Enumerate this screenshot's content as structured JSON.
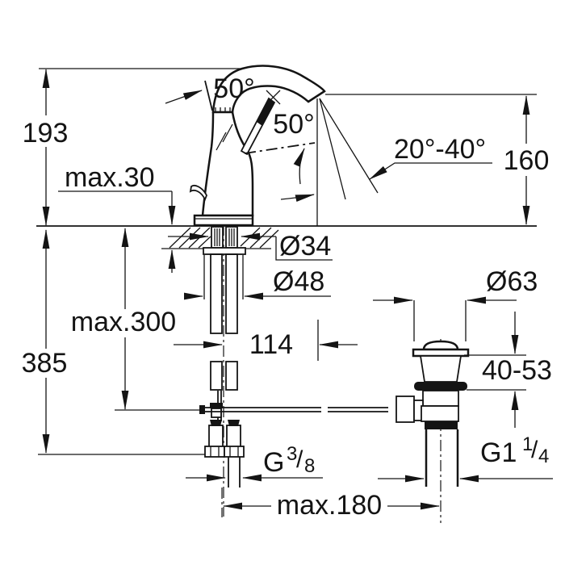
{
  "drawing": {
    "type": "faucet-installation-dimension-drawing",
    "background": "#ffffff",
    "ink_color": "#141414",
    "dims": {
      "d193": "193",
      "max30": "max.30",
      "a50_top": "50°",
      "a50_side": "50°",
      "a2040": "20°-40°",
      "d160": "160",
      "dia34": "Ø34",
      "dia48": "Ø48",
      "max300": "max.300",
      "d114": "114",
      "d385": "385",
      "dia63": "Ø63",
      "d4053": "40-53",
      "max180": "max.180",
      "g38": {
        "prefix": "G",
        "num": "3",
        "slash": "/",
        "den": "8"
      },
      "g114": {
        "prefix": "G1",
        "num": "1",
        "slash": "/",
        "den": "4"
      }
    }
  }
}
